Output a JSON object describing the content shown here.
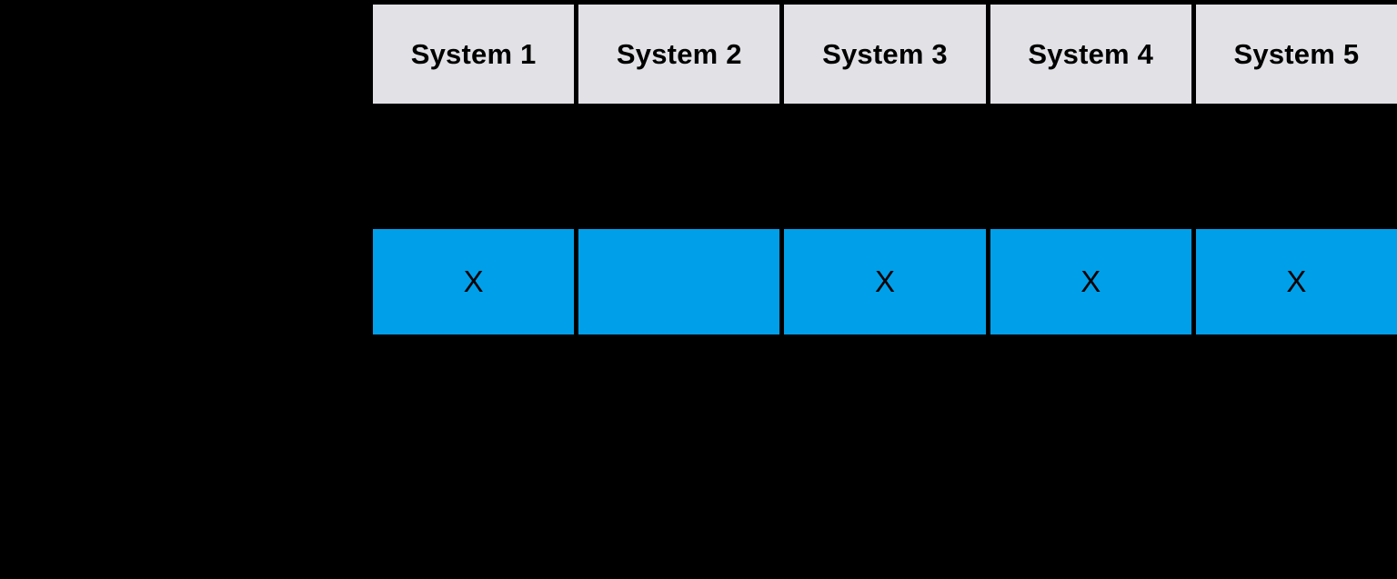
{
  "matrix": {
    "columns": [
      {
        "label": "System 1"
      },
      {
        "label": "System 2"
      },
      {
        "label": "System 3"
      },
      {
        "label": "System 4"
      },
      {
        "label": "System 5"
      }
    ],
    "marks": [
      "X",
      "",
      "X",
      "X",
      "X"
    ],
    "mark_symbol": "X",
    "colors": {
      "background": "#000000",
      "header_bg": "#e2e2e6",
      "row_bg": "#009fe9",
      "border": "#000000",
      "text": "#000000"
    }
  }
}
